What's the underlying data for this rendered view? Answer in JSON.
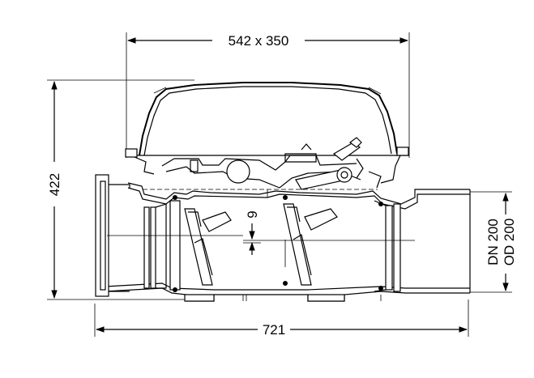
{
  "dimensions": {
    "top_width": "542 x 350",
    "height": "422",
    "total_length": "721",
    "pipe_dn": "DN 200",
    "pipe_od": "OD 200",
    "offset": "9"
  },
  "colors": {
    "line": "#000000",
    "background": "#ffffff"
  }
}
